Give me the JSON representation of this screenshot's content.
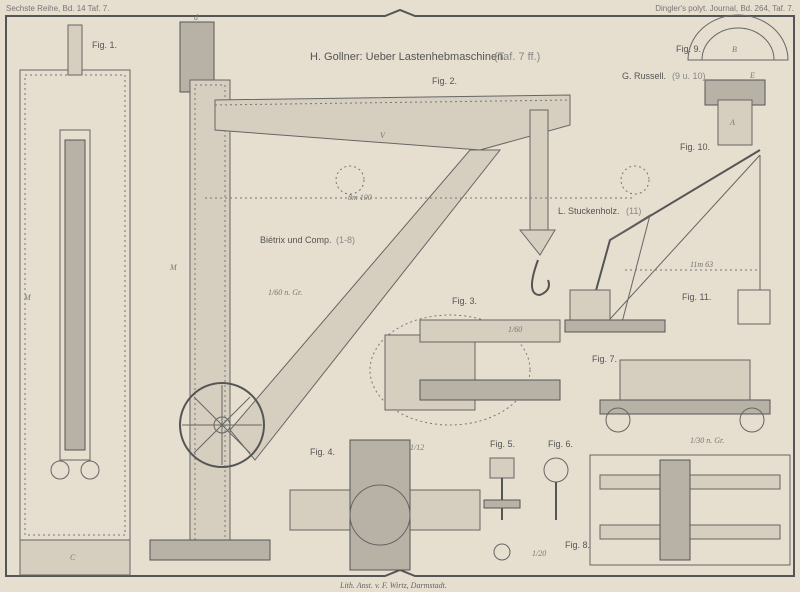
{
  "header": {
    "left": "Sechste Reihe, Bd. 14 Taf. 7.",
    "right": "Dingler's polyt. Journal, Bd. 264, Taf. 7."
  },
  "title": {
    "main": "H. Gollner: Ueber Lastenhebmaschinen.",
    "ref": "(Taf. 7 ff.)"
  },
  "sections": {
    "russell": {
      "name": "G. Russell.",
      "ref": "(9 u. 10)"
    },
    "bietrix": {
      "name": "Biétrix und Comp.",
      "ref": "(1-8)"
    },
    "stuckenholz": {
      "name": "L. Stuckenholz.",
      "ref": "(11)"
    }
  },
  "figures": [
    "Fig. 1.",
    "Fig. 2.",
    "Fig. 3.",
    "Fig. 4.",
    "Fig. 5.",
    "Fig. 6.",
    "Fig. 7.",
    "Fig. 8.",
    "Fig. 9.",
    "Fig. 10.",
    "Fig. 11."
  ],
  "scales": {
    "fig2": "1/60 n. Gr.",
    "fig3": "1/60",
    "fig4": "1/12",
    "fig6": "1/20",
    "fig7": "1/30 n. Gr.",
    "span2": "8m 100",
    "span11": "11m 63"
  },
  "letters": {
    "M": "M",
    "C": "C",
    "V": "V",
    "A": "A",
    "B": "B",
    "E": "E",
    "d": "d"
  },
  "imprint": "Lith. Anst. v. F. Wirtz, Darmstadt."
}
